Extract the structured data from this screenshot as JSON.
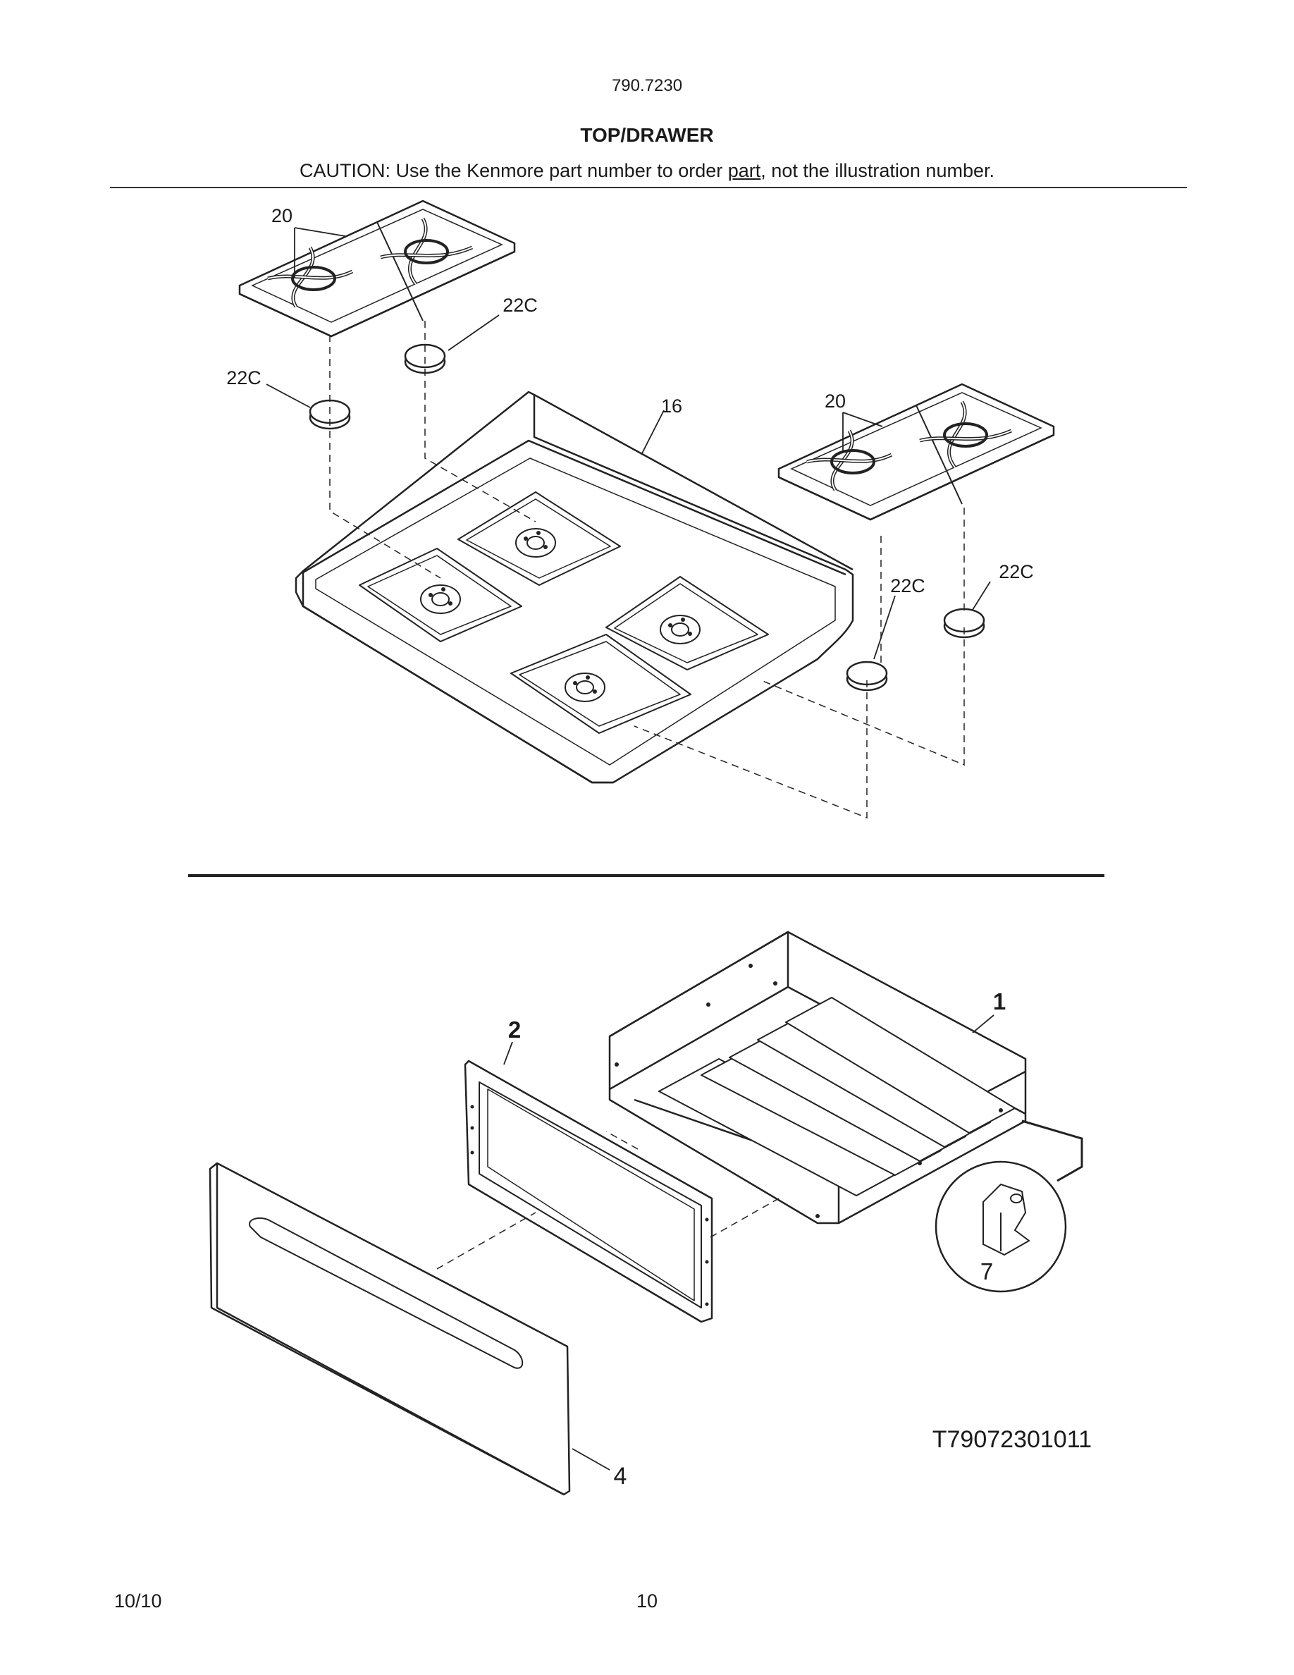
{
  "header": {
    "model_number": "790.7230",
    "title": "TOP/DRAWER",
    "caution_prefix": "CAUTION: Use the Kenmore part number to order ",
    "caution_underlined": "part",
    "caution_suffix": ", not the illustration number."
  },
  "top_section": {
    "callouts": {
      "grate_left": "20",
      "cap_upper_left": "22C",
      "cap_left": "22C",
      "cooktop": "16",
      "grate_right": "20",
      "cap_right_1": "22C",
      "cap_right_2": "22C"
    }
  },
  "bottom_section": {
    "callouts": {
      "drawer_body": "1",
      "drawer_frame": "2",
      "drawer_front": "4",
      "clip": "7"
    },
    "drawing_number": "T79072301011"
  },
  "footer": {
    "date": "10/10",
    "page_number": "10"
  }
}
